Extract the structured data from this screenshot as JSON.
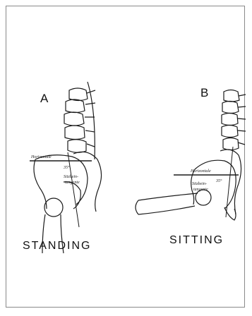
{
  "figure": {
    "panels": [
      {
        "label": "A",
        "caption": "STANDING",
        "annotations": {
          "line_label": "Horizontale",
          "angle": "35°",
          "tangent_top": "Sitzbein-",
          "tangent_bottom": "tangente"
        }
      },
      {
        "label": "B",
        "caption": "SITTING",
        "annotations": {
          "line_label": "Horizontale",
          "angle": "35°",
          "tangent_top": "Sitzbein-",
          "tangent_bottom": "tangente"
        }
      }
    ]
  }
}
